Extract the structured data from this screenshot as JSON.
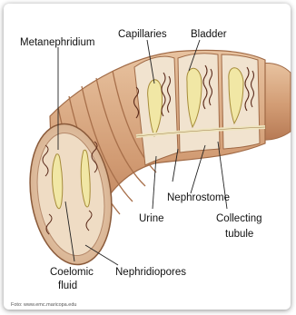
{
  "labels": {
    "metanephridium": "Metanephridium",
    "capillaries": "Capillaries",
    "bladder": "Bladder",
    "nephrostome": "Nephrostome",
    "urine": "Urine",
    "collecting_line1": "Collecting",
    "collecting_line2": "tubule",
    "coelomic_line1": "Coelomic",
    "coelomic_line2": "fluid",
    "nephridiopores": "Nephridiopores"
  },
  "credit": "Foto: www.emc.maricopa.edu",
  "colors": {
    "body_tan": "#d9a77f",
    "body_shadow": "#b77a55",
    "segment_interior": "#f3e7d6",
    "tubule_yellow": "#f1e7a5",
    "capillary_dark": "#5b2a1a",
    "capillary_red": "#8a3b2a"
  }
}
